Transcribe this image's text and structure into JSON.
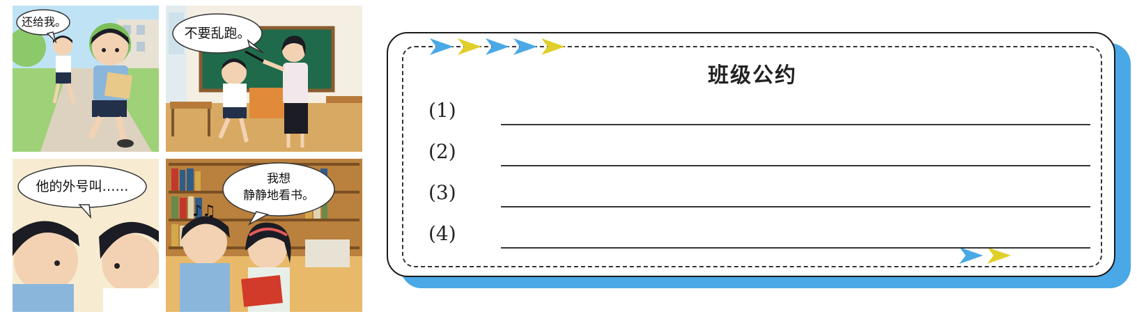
{
  "comics": {
    "panel1": {
      "speech": "还给我。"
    },
    "panel2": {
      "speech": "不要乱跑。"
    },
    "panel3": {
      "speech": "他的外号叫……"
    },
    "panel4": {
      "speech": "我想\n静静地看书。"
    }
  },
  "card": {
    "title": "班级公约",
    "rules": [
      {
        "number": "(1)",
        "text": ""
      },
      {
        "number": "(2)",
        "text": ""
      },
      {
        "number": "(3)",
        "text": ""
      },
      {
        "number": "(4)",
        "text": ""
      }
    ],
    "colors": {
      "shadow": "#4aa8e6",
      "arrow_blue": "#4aa8e6",
      "arrow_yellow": "#e0cf2a"
    }
  }
}
